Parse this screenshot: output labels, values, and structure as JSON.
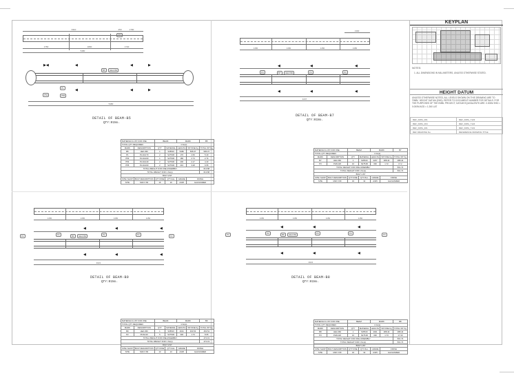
{
  "sheet": {
    "keyplan": {
      "title": "KEYPLAN",
      "notes_heading": "NOTES:",
      "notes": [
        "1. ALL DIMENSIONS IN MILLIMETERS, UNLESS OTHERWISE STATED."
      ]
    },
    "height_datum": {
      "title": "HEIGHT DATUM",
      "text": "UNLESS OTHERWISE NOTED, ALL LEVELS SHOWN ON THIS DRAWING ARE TO 'EMBL' HEIGHT DATUM (EHD). REFER TO DOCUMENT NUMBER FOR DETAILS. FOR THE PURPOSES OF THE EMBL PROJECT, DATUM EQUIVALENTS ARE: 0.000m EHD = 0.000m AOD = 1.260 LAT",
      "refs": [
        [
          "REF_DWG_001",
          "REF_DWG_7123"
        ],
        [
          "REF_DWG_004",
          "REF_DWG_7124"
        ],
        [
          "REF_DWG_401",
          "REF_DWG_7131"
        ],
        [
          "REF DRAWING No.",
          "REFERENCE DRAWING TITLE"
        ]
      ]
    }
  },
  "details": [
    {
      "id": "beam-b5",
      "title": "DETAIL OF BEAM-B5",
      "qty": "QTY:01No.",
      "top_dims": [
        "3310",
        "250",
        "1790"
      ],
      "bottom_dims": [
        "1750",
        "1800",
        "1740"
      ],
      "overall": "5480",
      "tags": [
        "B5",
        "HEA360",
        "P1",
        "P53",
        "P54",
        "P55"
      ],
      "section_marks": [
        "'A'",
        "'B'",
        "'C'",
        "'D'",
        "'E'",
        "'F'"
      ],
      "table": {
        "header": [
          "MATERIALS LIST FOR ONE",
          "BEAM",
          "MARK",
          "B5"
        ],
        "qty_row": [
          "TOTAL QTY REQUIRED :",
          "1 No(s)."
        ],
        "cols": [
          "MARK",
          "DESCRIPTION",
          "QTY",
          "MATERIAL",
          "LENGTH",
          "WT/ONE Kg",
          "TOTAL WT Kg"
        ],
        "rows": [
          [
            "B5",
            "HEA 360",
            "1",
            "S355J0",
            "5480",
            "595.07",
            "595.07"
          ],
          [
            "P1",
            "PL10x170",
            "2",
            "S275JR",
            "170",
            "2.69",
            "5.40"
          ],
          [
            "P53",
            "PL10x160",
            "1",
            "S275JR",
            "180",
            "2.74",
            "2.74"
          ],
          [
            "P54",
            "PL10x140",
            "2",
            "S275JR",
            "200",
            "2.17",
            "4.43"
          ],
          [
            "P55",
            "PL10x160",
            "2",
            "S275JR",
            "210",
            "3.28",
            "6.55"
          ]
        ],
        "total_assembly": [
          "TOTAL WEIGHT FOR ONE ASSEMBLY",
          "613.88"
        ],
        "total_qty": [
          "TOTAL WEIGHT FOR 1 No(s).",
          "613.88"
        ],
        "bolt_title": "BOLT LIST",
        "bolt_cols": [
          "SITE/ SHOP",
          "BOLT DESCRIPTION",
          "QTY/ONE",
          "QTY/ALL",
          "GRADE",
          "FINISH"
        ],
        "bolt_row": [
          "SITE",
          "M20 X 80",
          "16",
          "16",
          "A325",
          "GALVANIZED"
        ]
      }
    },
    {
      "id": "beam-b7",
      "title": "DETAIL OF BEAM-B7",
      "qty": "QTY:01No.",
      "top_dims": [
        "1300"
      ],
      "bottom_dims": [
        "1150",
        "1150",
        "1150",
        "1150"
      ],
      "overall": "4237",
      "tags": [
        "B7",
        "HEA360",
        "P3"
      ],
      "section_marks": [
        "'G'",
        "'H'",
        "'I'"
      ],
      "table": {
        "header": [
          "MATERIALS LIST FOR ONE",
          "BEAM",
          "MARK",
          "B7"
        ],
        "qty_row": [
          "TOTAL QTY REQUIRED :",
          "1 No(s)."
        ],
        "cols": [
          "MARK",
          "DESCRIPTION",
          "QTY",
          "MATERIAL",
          "LENGTH",
          "WT/ONE Kg",
          "TOTAL WT Kg"
        ],
        "rows": [
          [
            "B7",
            "HEA 360",
            "1",
            "S355J0",
            "4237",
            "488.44",
            "488.44"
          ],
          [
            "P3",
            "PL8x120",
            "10",
            "S275JR",
            "330",
            "1.72",
            "17.2"
          ]
        ],
        "total_assembly": [
          "TOTAL WEIGHT FOR ONE ASSEMBLY",
          "501.74"
        ],
        "total_qty": [
          "TOTAL WEIGHT FOR 1 No(s).",
          "501.74"
        ],
        "bolt_title": "BOLT LIST",
        "bolt_cols": [
          "SITE/ SHOP",
          "BOLT DESCRIPTION",
          "QTY/ONE",
          "QTY/ALL",
          "GRADE",
          "FINISH"
        ],
        "bolt_row": [
          "SITE",
          "M20 X 80",
          "32",
          "32",
          "A325",
          "GALVANIZED"
        ]
      }
    },
    {
      "id": "beam-b9",
      "title": "DETAIL OF BEAM-B9",
      "qty": "QTY:01No.",
      "top_dims": [
        "1150",
        "1150",
        "1150",
        "1150"
      ],
      "bottom_dims": [],
      "overall": "4021",
      "tags": [
        "B9",
        "HEA360",
        "P2"
      ],
      "section_marks": [
        "'J'",
        "'K'",
        "'L'"
      ],
      "table": {
        "header": [
          "MATERIALS LIST FOR ONE",
          "BEAM",
          "MARK",
          "B9"
        ],
        "qty_row": [
          "TOTAL QTY REQUIRED :",
          "1 No(s)."
        ],
        "cols": [
          "MARK",
          "DESCRIPTION",
          "QTY",
          "MATERIAL",
          "LENGTH",
          "WT/ONE Kg",
          "TOTAL WT Kg"
        ],
        "rows": [
          [
            "B9",
            "HEA 360",
            "1",
            "S355J0",
            "4021",
            "463.54",
            "463.54"
          ],
          [
            "P2",
            "PL8x120",
            "5",
            "S275JR",
            "330",
            "1.73",
            "8.65"
          ]
        ],
        "total_assembly": [
          "TOTAL WEIGHT FOR ONE ASSEMBLY",
          "472.19"
        ],
        "total_qty": [
          "TOTAL WEIGHT FOR 1 No(s).",
          "472.19"
        ],
        "bolt_title": "BOLT LIST",
        "bolt_cols": [
          "SITE/ SHOP",
          "BOLT DESCRIPTION",
          "QTY/ONE",
          "QTY/ALL",
          "GRADE",
          "FINISH"
        ],
        "bolt_row": [
          "SITE",
          "M20 X 80",
          "13",
          "13",
          "A325",
          "GALVANIZED"
        ]
      }
    },
    {
      "id": "beam-b8",
      "title": "DETAIL OF BEAM-B8",
      "qty": "QTY:01No.",
      "top_dims": [
        "1150",
        "1150",
        "1150",
        "1150"
      ],
      "bottom_dims": [],
      "overall": "4021",
      "tags": [
        "B8",
        "HEA360",
        "P3"
      ],
      "section_marks": [
        "'M'",
        "'N'",
        "'O'"
      ],
      "table": {
        "header": [
          "MATERIALS LIST FOR ONE",
          "BEAM",
          "MARK",
          "B8"
        ],
        "qty_row": [
          "TOTAL QTY REQUIRED :",
          "1 No(s)."
        ],
        "cols": [
          "MARK",
          "DESCRIPTION",
          "QTY",
          "MATERIAL",
          "LENGTH",
          "WT/ONE Kg",
          "TOTAL WT Kg"
        ],
        "rows": [
          [
            "B8",
            "HEA 360",
            "1",
            "S355J0",
            "4021",
            "488.44",
            "488.44"
          ],
          [
            "P3",
            "PL8x120",
            "10",
            "S275JR",
            "330",
            "1.73",
            "17.30"
          ]
        ],
        "total_assembly": [
          "TOTAL WEIGHT FOR ONE ASSEMBLY",
          "501.74"
        ],
        "total_qty": [
          "TOTAL WEIGHT FOR 1 No(s).",
          "501.74"
        ],
        "bolt_title": "BOLT LIST",
        "bolt_cols": [
          "SITE/ SHOP",
          "BOLT DESCRIPTION",
          "QTY/ONE",
          "QTY/ALL",
          "GRADE",
          "FINISH"
        ],
        "bolt_row": [
          "SITE",
          "M20 X 80",
          "32",
          "32",
          "A325",
          "GALVANIZED"
        ]
      }
    }
  ]
}
